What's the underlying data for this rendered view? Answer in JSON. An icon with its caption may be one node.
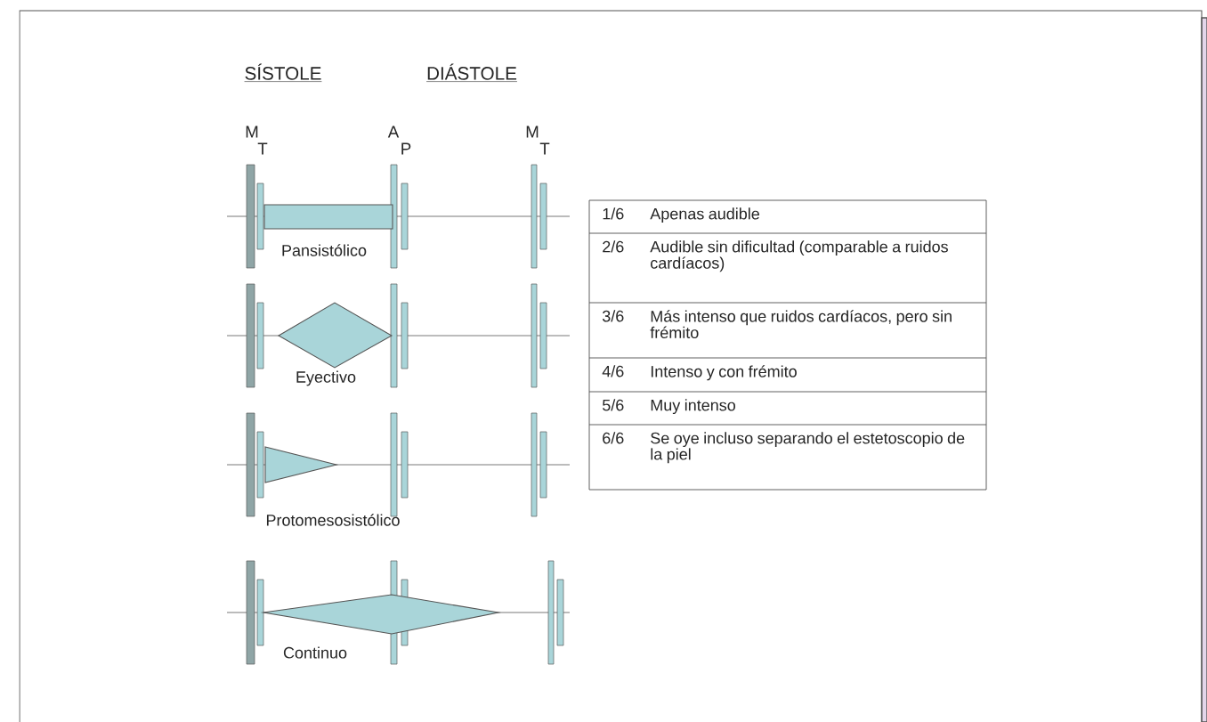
{
  "diagram": {
    "labels": [
      "SÍSTOLE",
      "DIÁSTOLE",
      "M",
      "T",
      "A",
      "P",
      "M",
      "T",
      "Pansistólico",
      "Eyectivo",
      "Protomesosistólico",
      "Continuo",
      "1/6",
      "Apenas audible",
      "2/6",
      "Audible sin dificultad (comparable a ruidos cardíacos)",
      "3/6",
      "Más intenso que ruidos cardíacos, pero sin frémito",
      "4/6",
      "Intenso y con frémito",
      "5/6",
      "Muy intenso",
      "6/6",
      "Se oye incluso separando el estetoscopio de la piel"
    ]
  }
}
